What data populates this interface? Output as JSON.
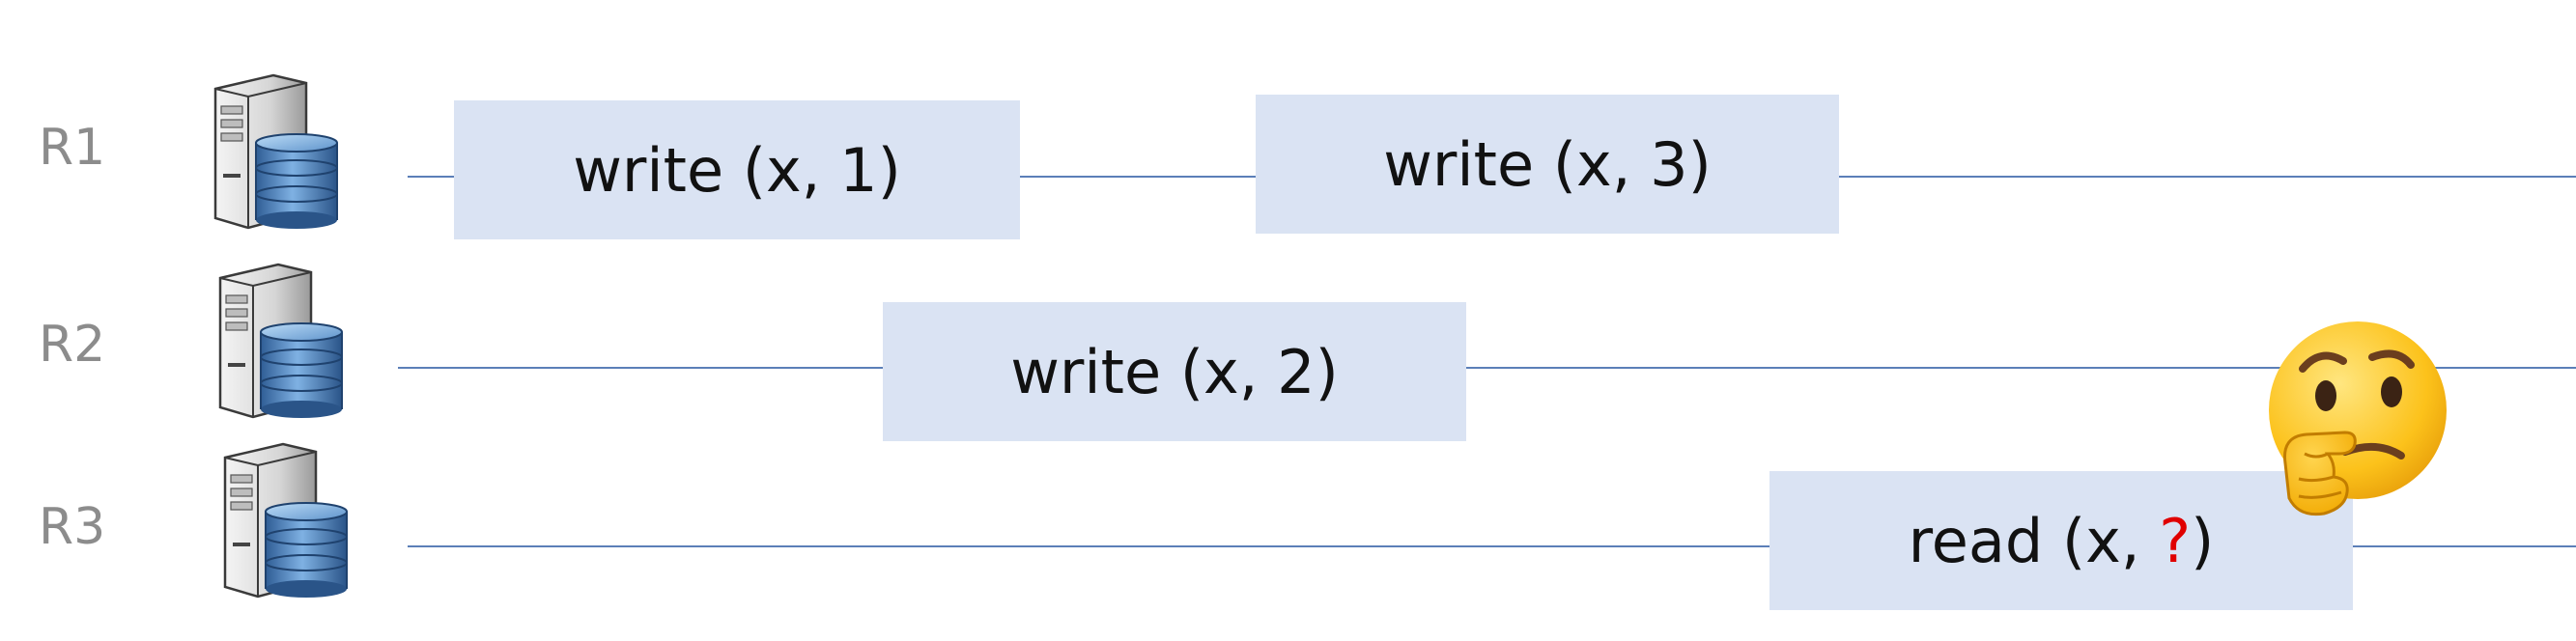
{
  "replicas": [
    {
      "label": "R1",
      "operations": [
        {
          "verb": "write",
          "args": "(x, 1)"
        },
        {
          "verb": "write",
          "args": "(x, 3)"
        }
      ]
    },
    {
      "label": "R2",
      "operations": [
        {
          "verb": "write",
          "args": "(x, 2)"
        }
      ]
    },
    {
      "label": "R3",
      "operations": [
        {
          "verb": "read",
          "args_prefix": "(x, ",
          "unknown_value": "?",
          "args_suffix": ")"
        }
      ]
    }
  ],
  "icons": {
    "server": "server-database-icon",
    "thinking": "thinking-face-emoji"
  },
  "colors": {
    "timeline": "#5b7fb8",
    "op_box_fill": "#dae3f3",
    "unknown_value": "#e00000",
    "replica_label": "#8c8c8c"
  }
}
